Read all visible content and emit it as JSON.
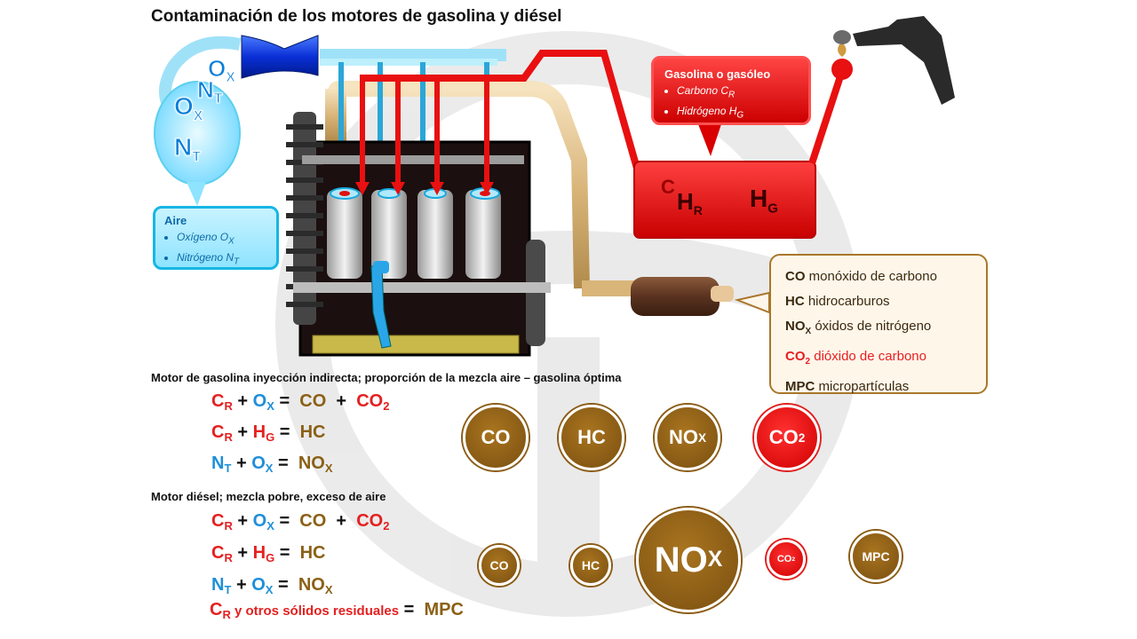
{
  "title": "Contaminación de los motores de gasolina y diésel",
  "air_box": {
    "heading": "Aire",
    "items": [
      {
        "label": "Oxígeno ",
        "sym": "O",
        "sub": "X"
      },
      {
        "label": "Nitrógeno ",
        "sym": "N",
        "sub": "T"
      }
    ]
  },
  "air_bubble": [
    {
      "sym": "O",
      "sub": "X"
    },
    {
      "sym": "N",
      "sub": "T"
    },
    {
      "sym": "O",
      "sub": "X"
    },
    {
      "sym": "N",
      "sub": "T"
    }
  ],
  "fuel_box": {
    "heading": "Gasolina o gasóleo",
    "items": [
      {
        "label": "Carbono ",
        "sym": "C",
        "sub": "R"
      },
      {
        "label": "Hidrógeno ",
        "sym": "H",
        "sub": "G"
      }
    ]
  },
  "tank_letters": [
    {
      "sym": "C",
      "sub": ""
    },
    {
      "sym": "H",
      "sub": "R"
    },
    {
      "sym": "H",
      "sub": "G"
    }
  ],
  "legend": [
    {
      "sym": "CO",
      "sub": "",
      "text": " monóxido de carbono",
      "highlight": false
    },
    {
      "sym": "HC",
      "sub": "",
      "text": " hidrocarburos",
      "highlight": false
    },
    {
      "sym": "NO",
      "sub": "X",
      "text": " óxidos de nitrógeno",
      "highlight": false
    },
    {
      "sym": "CO",
      "sub": "2",
      "text": " dióxido de carbono",
      "highlight": true
    },
    {
      "sym": "MPC",
      "sub": "",
      "text": " micropartículas",
      "highlight": false
    }
  ],
  "gasoline": {
    "heading": "Motor de gasolina inyección indirecta; proporción de la mezcla aire – gasolina óptima",
    "eq1": {
      "a": "C",
      "a_sub": "R",
      "plus": "+",
      "b": "O",
      "b_sub": "X",
      "eq": "=",
      "r1": "CO",
      "plus2": "+",
      "r2": "CO",
      "r2_sub": "2"
    },
    "eq2": {
      "a": "C",
      "a_sub": "R",
      "plus": "+",
      "b": "H",
      "b_sub": "G",
      "eq": "=",
      "r1": "HC"
    },
    "eq3": {
      "a": "N",
      "a_sub": "T",
      "plus": "+",
      "b": "O",
      "b_sub": "X",
      "eq": "=",
      "r1": "NO",
      "r1_sub": "X"
    }
  },
  "diesel": {
    "heading": "Motor diésel; mezcla pobre, exceso de aire",
    "eq1": {
      "a": "C",
      "a_sub": "R",
      "plus": "+",
      "b": "O",
      "b_sub": "X",
      "eq": "=",
      "r1": "CO",
      "plus2": "+",
      "r2": "CO",
      "r2_sub": "2"
    },
    "eq2": {
      "a": "C",
      "a_sub": "R",
      "plus": "+",
      "b": "H",
      "b_sub": "G",
      "eq": "=",
      "r1": "HC"
    },
    "eq3": {
      "a": "N",
      "a_sub": "T",
      "plus": "+",
      "b": "O",
      "b_sub": "X",
      "eq": "=",
      "r1": "NO",
      "r1_sub": "X"
    },
    "eq4": {
      "a": "C",
      "a_sub": "R",
      "tail": " y otros sólidos residuales",
      "eq": "=",
      "r1": "MPC"
    }
  },
  "bubbles_gasoline": [
    {
      "sym": "CO",
      "sub": "",
      "color": "brown"
    },
    {
      "sym": "HC",
      "sub": "",
      "color": "brown"
    },
    {
      "sym": "NO",
      "sub": "X",
      "color": "brown"
    },
    {
      "sym": "CO",
      "sub": "2",
      "color": "red"
    }
  ],
  "bubbles_diesel": [
    {
      "sym": "CO",
      "sub": "",
      "color": "brown"
    },
    {
      "sym": "HC",
      "sub": "",
      "color": "brown"
    },
    {
      "sym": "NO",
      "sub": "X",
      "color": "brown"
    },
    {
      "sym": "CO",
      "sub": "2",
      "color": "red"
    },
    {
      "sym": "MPC",
      "sub": "",
      "color": "brown"
    }
  ],
  "colors": {
    "air": "#1e8fd8",
    "fuel": "#e52020",
    "exhaust": "#8b6015"
  }
}
